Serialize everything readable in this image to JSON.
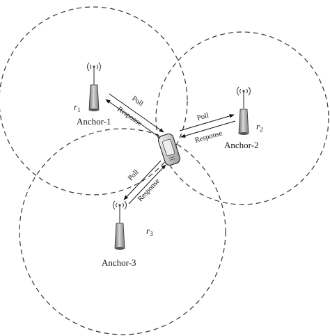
{
  "anchors": [
    {
      "name": "Anchor-1",
      "radius_symbol": "r",
      "radius_index": "1"
    },
    {
      "name": "Anchor-2",
      "radius_symbol": "r",
      "radius_index": "2"
    },
    {
      "name": "Anchor-3",
      "radius_symbol": "r",
      "radius_index": "3"
    }
  ],
  "messages": {
    "poll": "Poll",
    "response": "Response"
  }
}
